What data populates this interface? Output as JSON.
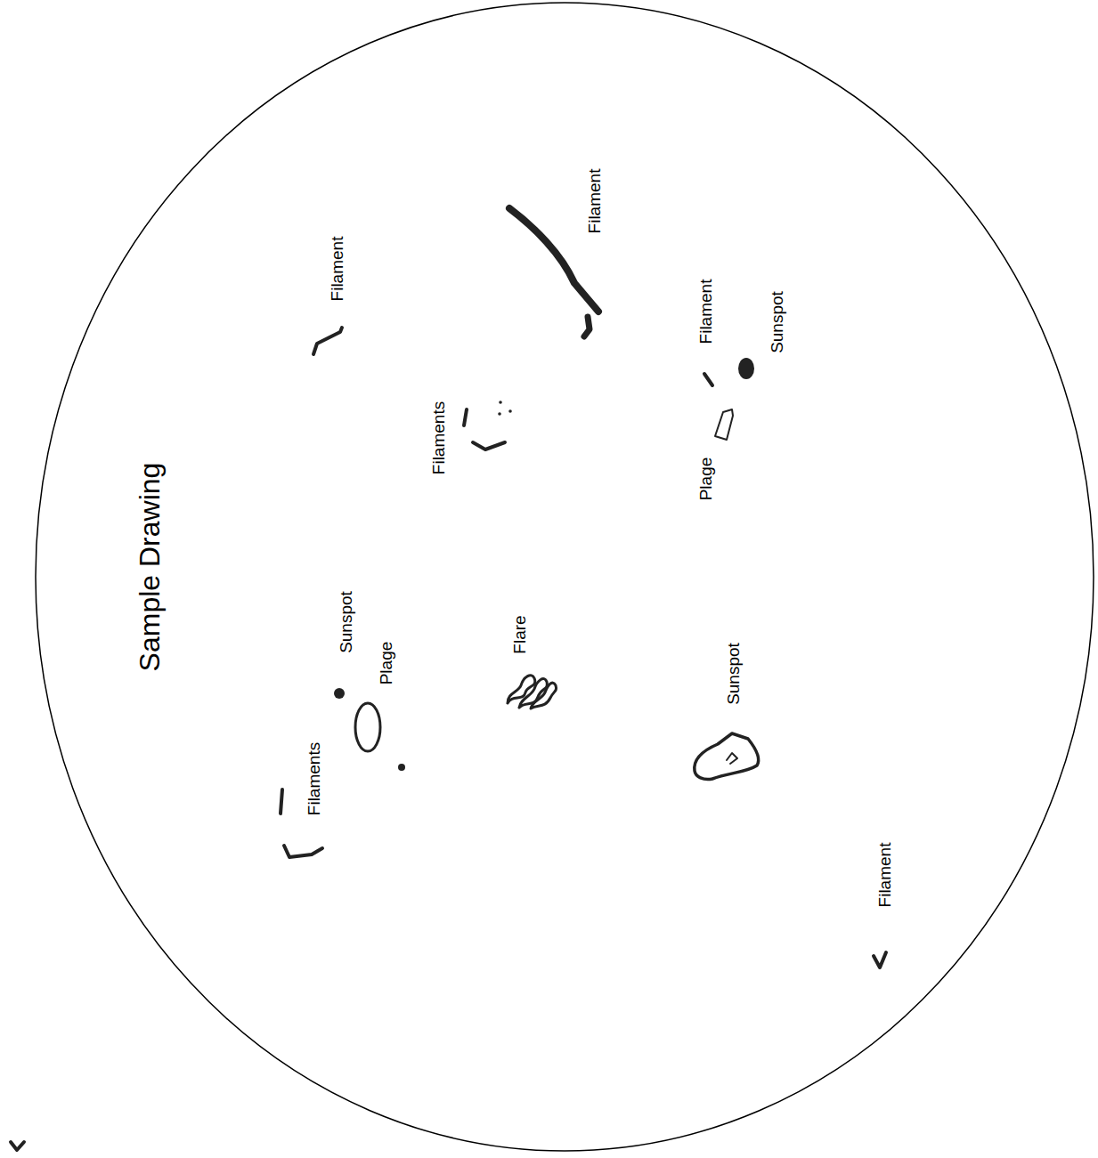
{
  "diagram": {
    "title": "Sample Drawing",
    "labels": [
      "Filament",
      "Filament",
      "Filaments",
      "Filament",
      "Sunspot",
      "Plage",
      "Sunspot",
      "Plage",
      "Flare",
      "Filaments",
      "Sunspot",
      "Filament"
    ]
  }
}
